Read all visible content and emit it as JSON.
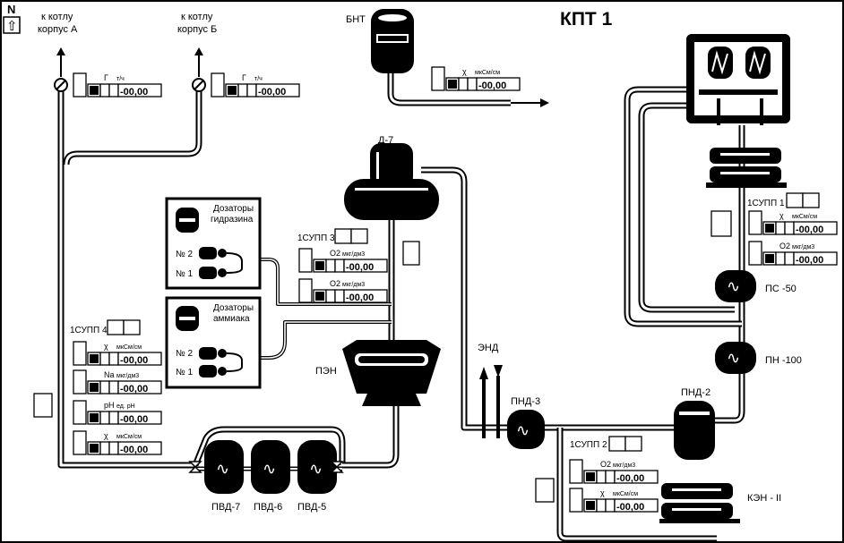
{
  "header": {
    "title": "КПТ 1",
    "nav_letter": "N",
    "nav_arrow": "⇧"
  },
  "destinations": {
    "a_line1": "к котлу",
    "a_line2": "корпус А",
    "b_line1": "к котлу",
    "b_line2": "корпус Б"
  },
  "equipment": {
    "bnt": "БНТ",
    "d7": "Д-7",
    "pen": "ПЭН",
    "end": "ЭНД",
    "pnd3": "ПНД-3",
    "pnd2": "ПНД-2",
    "ken": "КЭН - II",
    "ps50": "ПС -50",
    "pn100": "ПН -100",
    "pvd7": "ПВД-7",
    "pvd6": "ПВД-6",
    "pvd5": "ПВД-5"
  },
  "dosers": {
    "hydrazine_l1": "Дозаторы",
    "hydrazine_l2": "гидразина",
    "ammonia_l1": "Дозаторы",
    "ammonia_l2": "аммиака",
    "n2": "№ 2",
    "n1": "№ 1"
  },
  "samplers": {
    "supp1": "1СУПП 1",
    "supp2": "1СУПП 2",
    "supp3": "1СУПП 3",
    "supp4": "1СУПП 4"
  },
  "meters": [
    {
      "id": "flow-a",
      "param": "Г",
      "unit": "т/ч",
      "value": "-00,00"
    },
    {
      "id": "flow-b",
      "param": "Г",
      "unit": "т/ч",
      "value": "-00,00"
    },
    {
      "id": "bnt-cond",
      "param": "χ",
      "unit": "мкСм/см",
      "value": "-00,00"
    },
    {
      "id": "supp3-o2-1",
      "param": "О2",
      "unit": "мкг/дм3",
      "value": "-00,00"
    },
    {
      "id": "supp3-o2-2",
      "param": "О2",
      "unit": "мкг/дм3",
      "value": "-00,00"
    },
    {
      "id": "supp4-cond",
      "param": "χ",
      "unit": "мкСм/см",
      "value": "-00,00"
    },
    {
      "id": "supp4-na",
      "param": "Na",
      "unit": "мкг/дм3",
      "value": "-00,00"
    },
    {
      "id": "supp4-ph",
      "param": "pH",
      "unit": "ед. pH",
      "value": "-00,00"
    },
    {
      "id": "supp4-cond2",
      "param": "χ",
      "unit": "мкСм/см",
      "value": "-00,00"
    },
    {
      "id": "supp1-cond",
      "param": "χ",
      "unit": "мкСм/см",
      "value": "-00,00"
    },
    {
      "id": "supp1-o2",
      "param": "О2",
      "unit": "мкг/дм3",
      "value": "-00,00"
    },
    {
      "id": "supp2-o2",
      "param": "О2",
      "unit": "мкг/дм3",
      "value": "-00,00"
    },
    {
      "id": "supp2-cond",
      "param": "χ",
      "unit": "мкСм/см",
      "value": "-00,00"
    }
  ]
}
